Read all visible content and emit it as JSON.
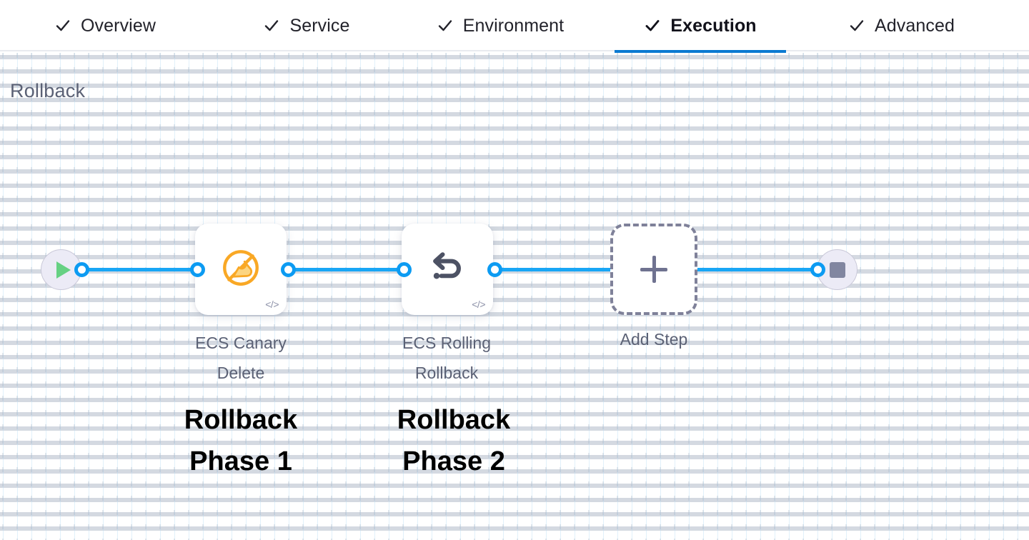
{
  "tabs": [
    {
      "label": "Overview",
      "icon": "check-icon",
      "active": false,
      "complete": true
    },
    {
      "label": "Service",
      "icon": "check-icon",
      "active": false,
      "complete": true
    },
    {
      "label": "Environment",
      "icon": "check-icon",
      "active": false,
      "complete": true
    },
    {
      "label": "Execution",
      "icon": "check-icon",
      "active": true,
      "complete": true
    },
    {
      "label": "Advanced",
      "icon": "check-icon",
      "active": false,
      "complete": true
    }
  ],
  "canvas": {
    "title": "Rollback",
    "accent_color": "#0b7ad1",
    "edge_color": "#18a6f5",
    "grid_line_color": "#b4dcf5"
  },
  "flow": {
    "start_node": {
      "icon": "play-icon",
      "color": "#66d183"
    },
    "end_node": {
      "icon": "stop-icon",
      "color": "#8186a0"
    },
    "steps": [
      {
        "label": "ECS Canary\nDelete",
        "icon": "ecs-canary-delete-icon",
        "icon_color": "#f7a823",
        "badge": "</>",
        "annotation": "Rollback\nPhase 1"
      },
      {
        "label": "ECS Rolling\nRollback",
        "icon": "rollback-undo-icon",
        "icon_color": "#4d5264",
        "badge": "</>",
        "annotation": "Rollback\nPhase 2"
      }
    ],
    "add_step": {
      "label": "Add Step",
      "icon": "plus-icon"
    }
  }
}
